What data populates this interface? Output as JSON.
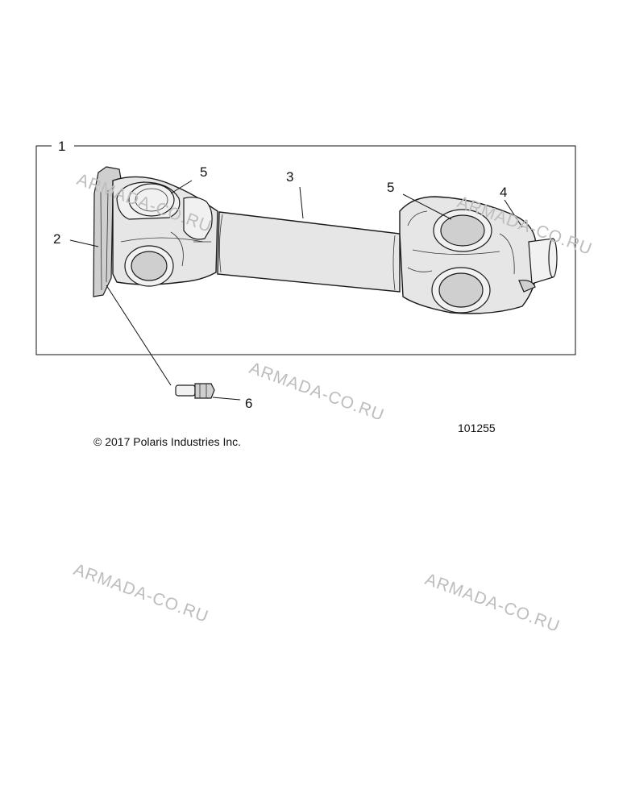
{
  "callouts": {
    "c1": "1",
    "c2": "2",
    "c3": "3",
    "c4": "4",
    "c5a": "5",
    "c5b": "5",
    "c6": "6"
  },
  "figure_number": "101255",
  "copyright": "© 2017 Polaris Industries Inc.",
  "watermarks": [
    "ARMADA-CO.RU",
    "ARMADA-CO.RU",
    "ARMADA-CO.RU",
    "ARMADA-CO.RU",
    "ARMADA-CO.RU"
  ],
  "colors": {
    "line": "#111111",
    "watermark": "#bdbdbd",
    "part_fill": "#e6e6e6"
  }
}
